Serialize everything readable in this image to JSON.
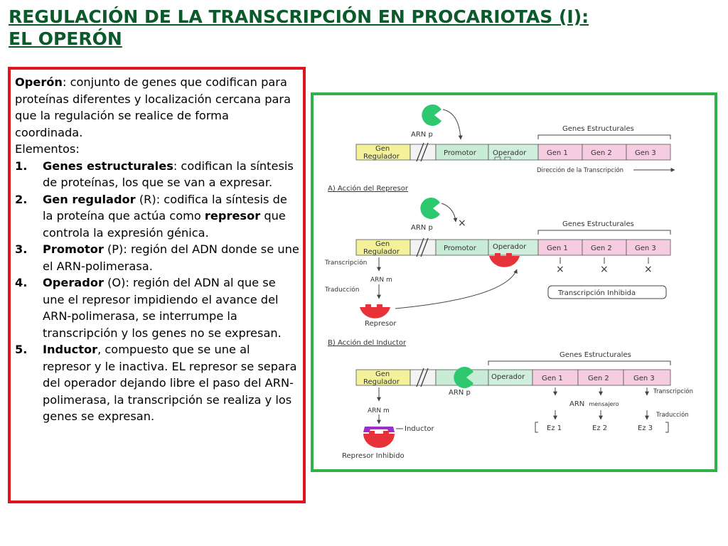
{
  "title": {
    "line1": "REGULACIÓN DE LA TRANSCRIPCIÓN EN PROCARIOTAS (I):",
    "line2": "EL OPERÓN"
  },
  "text_panel": {
    "intro_term": "Operón",
    "intro_text": ": conjunto de genes que codifican para proteínas diferentes y localización cercana para que la regulación se realice de forma coordinada.",
    "elements_heading": "Elementos:",
    "items": [
      {
        "num": "1.",
        "parts": [
          {
            "t": "Genes estructurales",
            "b": true
          },
          {
            "t": ": codifican la síntesis de proteínas, los que se van a expresar.",
            "b": false
          }
        ]
      },
      {
        "num": "2.",
        "parts": [
          {
            "t": "Gen regulador",
            "b": true
          },
          {
            "t": " (R): codifica la síntesis de la proteína que actúa como ",
            "b": false
          },
          {
            "t": "represor",
            "b": true
          },
          {
            "t": " que controla la expresión génica.",
            "b": false
          }
        ]
      },
      {
        "num": "3.",
        "parts": [
          {
            "t": "Promotor",
            "b": true
          },
          {
            "t": "  (P): región del ADN donde se une el ARN-polimerasa.",
            "b": false
          }
        ]
      },
      {
        "num": "4.",
        "parts": [
          {
            "t": "Operador",
            "b": true
          },
          {
            "t": " (O): región del ADN al que se une el represor impidiendo el avance del ARN-polimerasa, se interrumpe la transcripción y los genes no se expresan.",
            "b": false
          }
        ]
      },
      {
        "num": "5.",
        "parts": [
          {
            "t": "Inductor",
            "b": true
          },
          {
            "t": ", compuesto que se une al represor y le inactiva. EL represor se separa del operador dejando libre el paso del ARN-polimerasa, la transcripción se realiza y los genes se expresan.",
            "b": false
          }
        ]
      }
    ]
  },
  "diagram": {
    "colors": {
      "regulator": "#f3f19a",
      "promotor": "#c9ecd6",
      "operador": "#cfeedb",
      "gene": "#f6cde0",
      "polymerase": "#2ec86e",
      "repressor": "#e8323a",
      "inducer": "#9b30c8",
      "line": "#444444"
    },
    "top": {
      "arn_p": "ARN p",
      "genes_estructurales": "Genes Estructurales",
      "gen_regulador_1": "Gen",
      "gen_regulador_2": "Regulador",
      "promotor": "Promotor",
      "operador": "Operador",
      "gen1": "Gen 1",
      "gen2": "Gen 2",
      "gen3": "Gen 3",
      "direccion": "Dirección de la Transcripción"
    },
    "section_a": {
      "heading": "A) Acción del Represor",
      "arn_p": "ARN p",
      "genes_estructurales": "Genes Estructurales",
      "gen_regulador_1": "Gen",
      "gen_regulador_2": "Regulador",
      "promotor": "Promotor",
      "operador": "Operador",
      "gen1": "Gen 1",
      "gen2": "Gen 2",
      "gen3": "Gen 3",
      "transcripcion": "Transcripción",
      "arn_m": "ARN m",
      "traduccion": "Traducción",
      "represor": "Represor",
      "inhibida": "Transcripción Inhibida",
      "x_mark": "×"
    },
    "section_b": {
      "heading": "B) Acción del Inductor",
      "genes_estructurales": "Genes Estructurales",
      "gen_regulador_1": "Gen",
      "gen_regulador_2": "Regulador",
      "arn_p": "ARN p",
      "operador": "Operador",
      "gen1": "Gen 1",
      "gen2": "Gen 2",
      "gen3": "Gen 3",
      "transcripcion": "Transcripción",
      "arn_mensajero_1": "ARN",
      "arn_mensajero_2": "mensajero",
      "traduccion": "Traducción",
      "arn_m": "ARN m",
      "inductor": "Inductor",
      "represor_inhibido": "Represor Inhibido",
      "ez1": "Ez 1",
      "ez2": "Ez 2",
      "ez3": "Ez 3"
    }
  }
}
